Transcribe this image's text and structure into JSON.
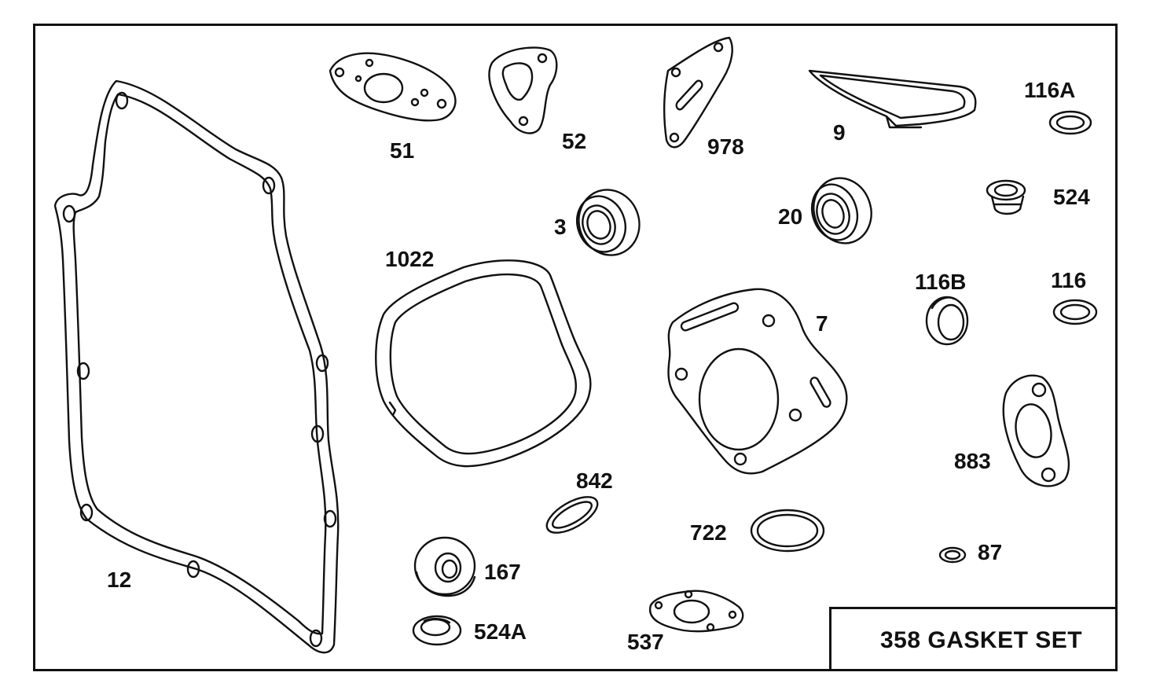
{
  "title": "358 GASKET SET",
  "colors": {
    "ink": "#111111",
    "paper": "#ffffff"
  },
  "parts": [
    {
      "id": "12",
      "label": "12",
      "icon": "crankcase-gasket-icon"
    },
    {
      "id": "51",
      "label": "51",
      "icon": "carburetor-gasket-icon"
    },
    {
      "id": "52",
      "label": "52",
      "icon": "intake-gasket-icon"
    },
    {
      "id": "978",
      "label": "978",
      "icon": "mount-gasket-icon"
    },
    {
      "id": "9",
      "label": "9",
      "icon": "cover-gasket-icon"
    },
    {
      "id": "116A",
      "label": "116A",
      "icon": "washer-icon"
    },
    {
      "id": "3",
      "label": "3",
      "icon": "oil-seal-icon"
    },
    {
      "id": "20",
      "label": "20",
      "icon": "oil-seal-icon"
    },
    {
      "id": "524",
      "label": "524",
      "icon": "grommet-plug-icon"
    },
    {
      "id": "1022",
      "label": "1022",
      "icon": "valve-cover-gasket-icon"
    },
    {
      "id": "116B",
      "label": "116B",
      "icon": "seal-ring-icon"
    },
    {
      "id": "116",
      "label": "116",
      "icon": "washer-icon"
    },
    {
      "id": "7",
      "label": "7",
      "icon": "head-gasket-icon"
    },
    {
      "id": "883",
      "label": "883",
      "icon": "exhaust-gasket-icon"
    },
    {
      "id": "842",
      "label": "842",
      "icon": "washer-icon"
    },
    {
      "id": "722",
      "label": "722",
      "icon": "o-ring-icon"
    },
    {
      "id": "87",
      "label": "87",
      "icon": "small-washer-icon"
    },
    {
      "id": "167",
      "label": "167",
      "icon": "grommet-icon"
    },
    {
      "id": "524A",
      "label": "524A",
      "icon": "grommet-icon"
    },
    {
      "id": "537",
      "label": "537",
      "icon": "flange-gasket-icon"
    }
  ]
}
